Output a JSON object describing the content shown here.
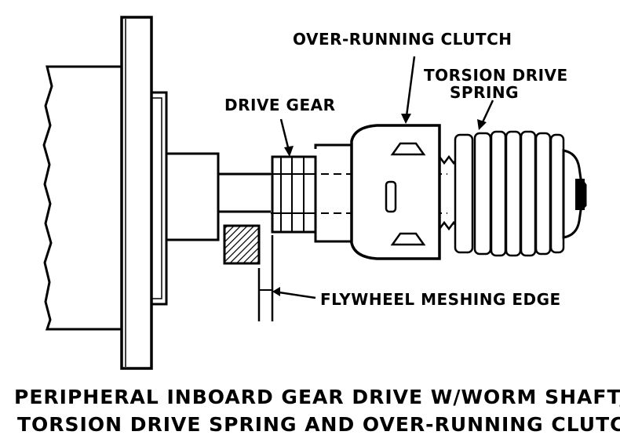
{
  "labels": {
    "over_running_clutch": "OVER-RUNNING CLUTCH",
    "torsion_drive_spring_line1": "TORSION DRIVE",
    "torsion_drive_spring_line2": "SPRING",
    "drive_gear": "DRIVE GEAR",
    "flywheel_meshing_edge": "FLYWHEEL MESHING EDGE"
  },
  "caption": {
    "line1": "PERIPHERAL INBOARD GEAR DRIVE W/WORM SHAFT,",
    "line2": "TORSION DRIVE SPRING AND OVER-RUNNING CLUTCH"
  },
  "colors": {
    "ink": "#000000",
    "paper": "#ffffff"
  }
}
